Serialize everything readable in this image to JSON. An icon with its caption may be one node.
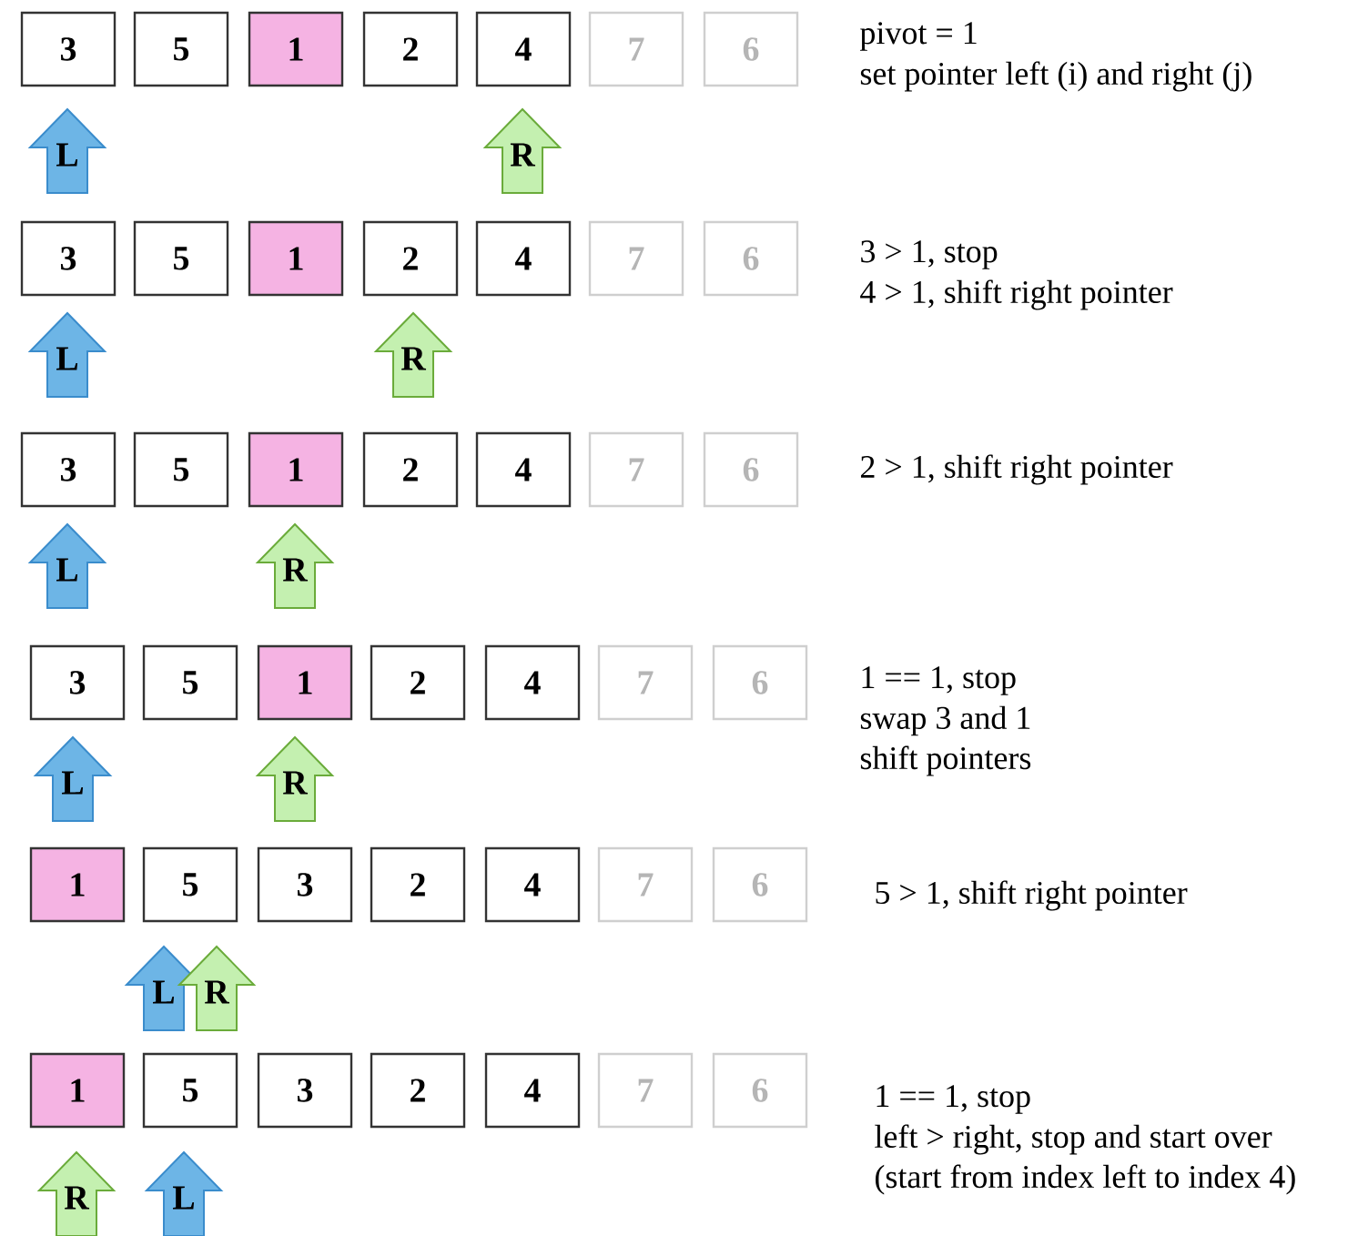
{
  "diagram": {
    "nodes": [
      {
        "text": [
          "3"
        ]
      },
      {
        "text": [
          "5"
        ]
      },
      {
        "text": [
          "1"
        ]
      },
      {
        "text": [
          "2"
        ]
      },
      {
        "text": [
          "4"
        ]
      },
      {
        "text": [
          "7"
        ]
      },
      {
        "text": [
          "6"
        ]
      },
      {
        "text": [
          "L"
        ]
      },
      {
        "text": [
          "R"
        ]
      },
      {
        "text": [
          "3"
        ]
      },
      {
        "text": [
          "5"
        ]
      },
      {
        "text": [
          "1"
        ]
      },
      {
        "text": [
          "2"
        ]
      },
      {
        "text": [
          "4"
        ]
      },
      {
        "text": [
          "7"
        ]
      },
      {
        "text": [
          "6"
        ]
      },
      {
        "text": [
          "L"
        ]
      },
      {
        "text": [
          "R"
        ]
      },
      {
        "text": [
          "3"
        ]
      },
      {
        "text": [
          "5"
        ]
      },
      {
        "text": [
          "1"
        ]
      },
      {
        "text": [
          "2"
        ]
      },
      {
        "text": [
          "4"
        ]
      },
      {
        "text": [
          "7"
        ]
      },
      {
        "text": [
          "6"
        ]
      },
      {
        "text": [
          "L"
        ]
      },
      {
        "text": [
          "R"
        ]
      },
      {
        "text": [
          "3"
        ]
      },
      {
        "text": [
          "5"
        ]
      },
      {
        "text": [
          "1"
        ]
      },
      {
        "text": [
          "2"
        ]
      },
      {
        "text": [
          "4"
        ]
      },
      {
        "text": [
          "7"
        ]
      },
      {
        "text": [
          "6"
        ]
      },
      {
        "text": [
          "L"
        ]
      },
      {
        "text": [
          "R"
        ]
      },
      {
        "text": [
          "1"
        ]
      },
      {
        "text": [
          "5"
        ]
      },
      {
        "text": [
          "3"
        ]
      },
      {
        "text": [
          "2"
        ]
      },
      {
        "text": [
          "4"
        ]
      },
      {
        "text": [
          "7"
        ]
      },
      {
        "text": [
          "6"
        ]
      },
      {
        "text": [
          "L"
        ]
      },
      {
        "text": [
          "R"
        ]
      },
      {
        "text": [
          "1"
        ]
      },
      {
        "text": [
          "5"
        ]
      },
      {
        "text": [
          "3"
        ]
      },
      {
        "text": [
          "2"
        ]
      },
      {
        "text": [
          "4"
        ]
      },
      {
        "text": [
          "7"
        ]
      },
      {
        "text": [
          "6"
        ]
      },
      {
        "text": [
          "R"
        ]
      },
      {
        "text": [
          "L"
        ]
      }
    ],
    "labels": [
      "pivot = 1",
      "set pointer left (i) and right (j)",
      "3 > 1, stop",
      "4 > 1, shift right pointer",
      "2 > 1, shift right pointer",
      "1 == 1, stop",
      "swap 3 and 1",
      "shift pointers",
      "5 > 1, shift right pointer",
      "1 == 1, stop",
      "left > right, stop and start over",
      "(start from index left to index 4)"
    ]
  }
}
